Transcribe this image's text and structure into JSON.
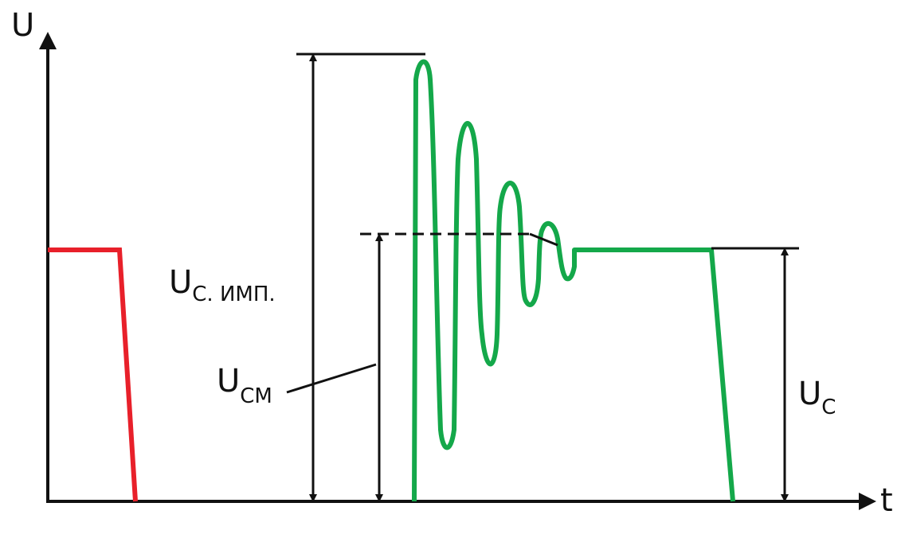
{
  "axes": {
    "y_label": "U",
    "x_label": "t"
  },
  "labels": {
    "u_c_imp": {
      "main": "U",
      "sub": "C. ИМП."
    },
    "u_cm": {
      "main": "U",
      "sub": "CM"
    },
    "u_c": {
      "main": "U",
      "sub": "C"
    }
  },
  "colors": {
    "axis": "#111111",
    "control_signal": "#e8202a",
    "voltage_signal": "#14a84a",
    "dimension": "#111111"
  }
}
